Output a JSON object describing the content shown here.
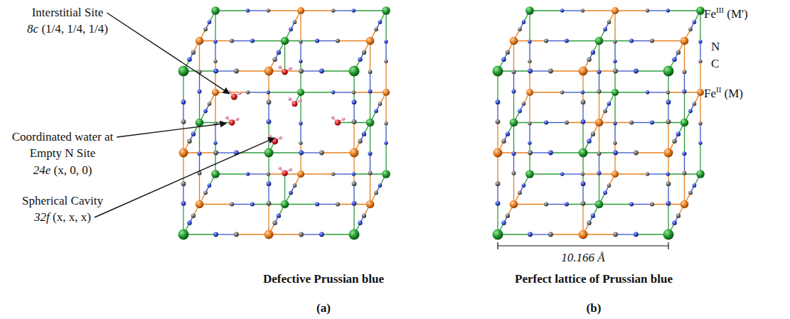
{
  "diagram": {
    "labels": [
      "Interstitial Site",
      "8c",
      "(1/4, 1/4, 1/4)",
      "Coordinated water at",
      "Empty N Site",
      "24e",
      "(x, 0, 0)",
      "Spherical Cavity",
      "32f",
      "(x, x, x)",
      "Defective Prussian blue",
      "(a)",
      "Fe",
      "III",
      "(M')",
      "N",
      "C",
      "Fe",
      "II",
      "(M)",
      "10.166 Å",
      "Perfect lattice of Prussian blue",
      "(b)"
    ]
  }
}
